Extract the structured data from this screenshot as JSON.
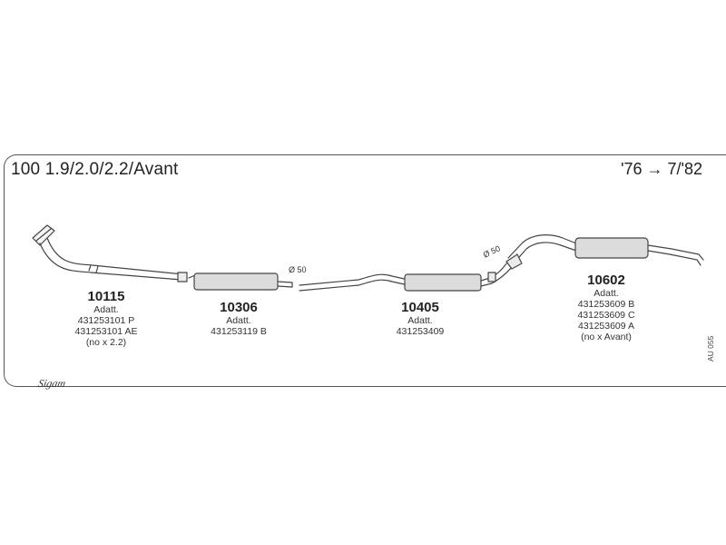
{
  "diagram": {
    "title": "100 1.9/2.0/2.2/Avant",
    "years": "'76 → 7/'82",
    "parts": [
      {
        "number": "10115",
        "lines": [
          "Adatt.",
          "431253101  P",
          "431253101 AE",
          "(no x 2.2)"
        ]
      },
      {
        "number": "10306",
        "lines": [
          "Adatt.",
          "431253119 B"
        ]
      },
      {
        "number": "10405",
        "lines": [
          "Adatt.",
          "431253409"
        ]
      },
      {
        "number": "10602",
        "lines": [
          "Adatt.",
          "431253609 B",
          "431253609 C",
          "431253609 A",
          "(no x Avant)"
        ]
      }
    ],
    "diameters": [
      "Ø 50",
      "Ø 50"
    ],
    "reference": "AU 055",
    "logo": "Sigam"
  }
}
